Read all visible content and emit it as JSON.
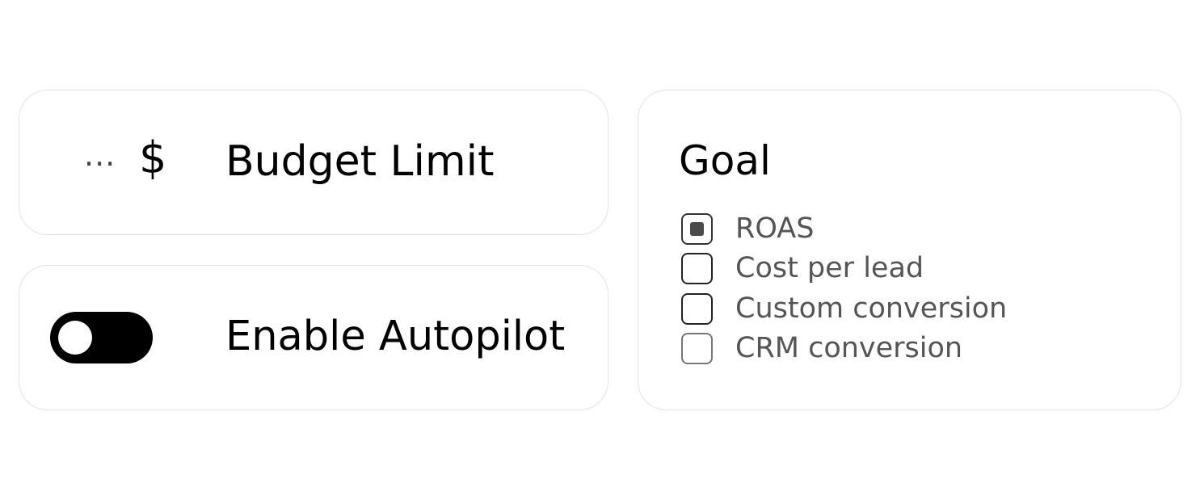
{
  "budget": {
    "more_label": "...",
    "currency_symbol": "$",
    "label": "Budget Limit"
  },
  "autopilot": {
    "label": "Enable Autopilot",
    "enabled": true
  },
  "goal": {
    "title": "Goal",
    "options": [
      {
        "label": "ROAS",
        "checked": true
      },
      {
        "label": "Cost per lead",
        "checked": false
      },
      {
        "label": "Custom conversion",
        "checked": false
      },
      {
        "label": "CRM conversion",
        "checked": false
      }
    ]
  }
}
